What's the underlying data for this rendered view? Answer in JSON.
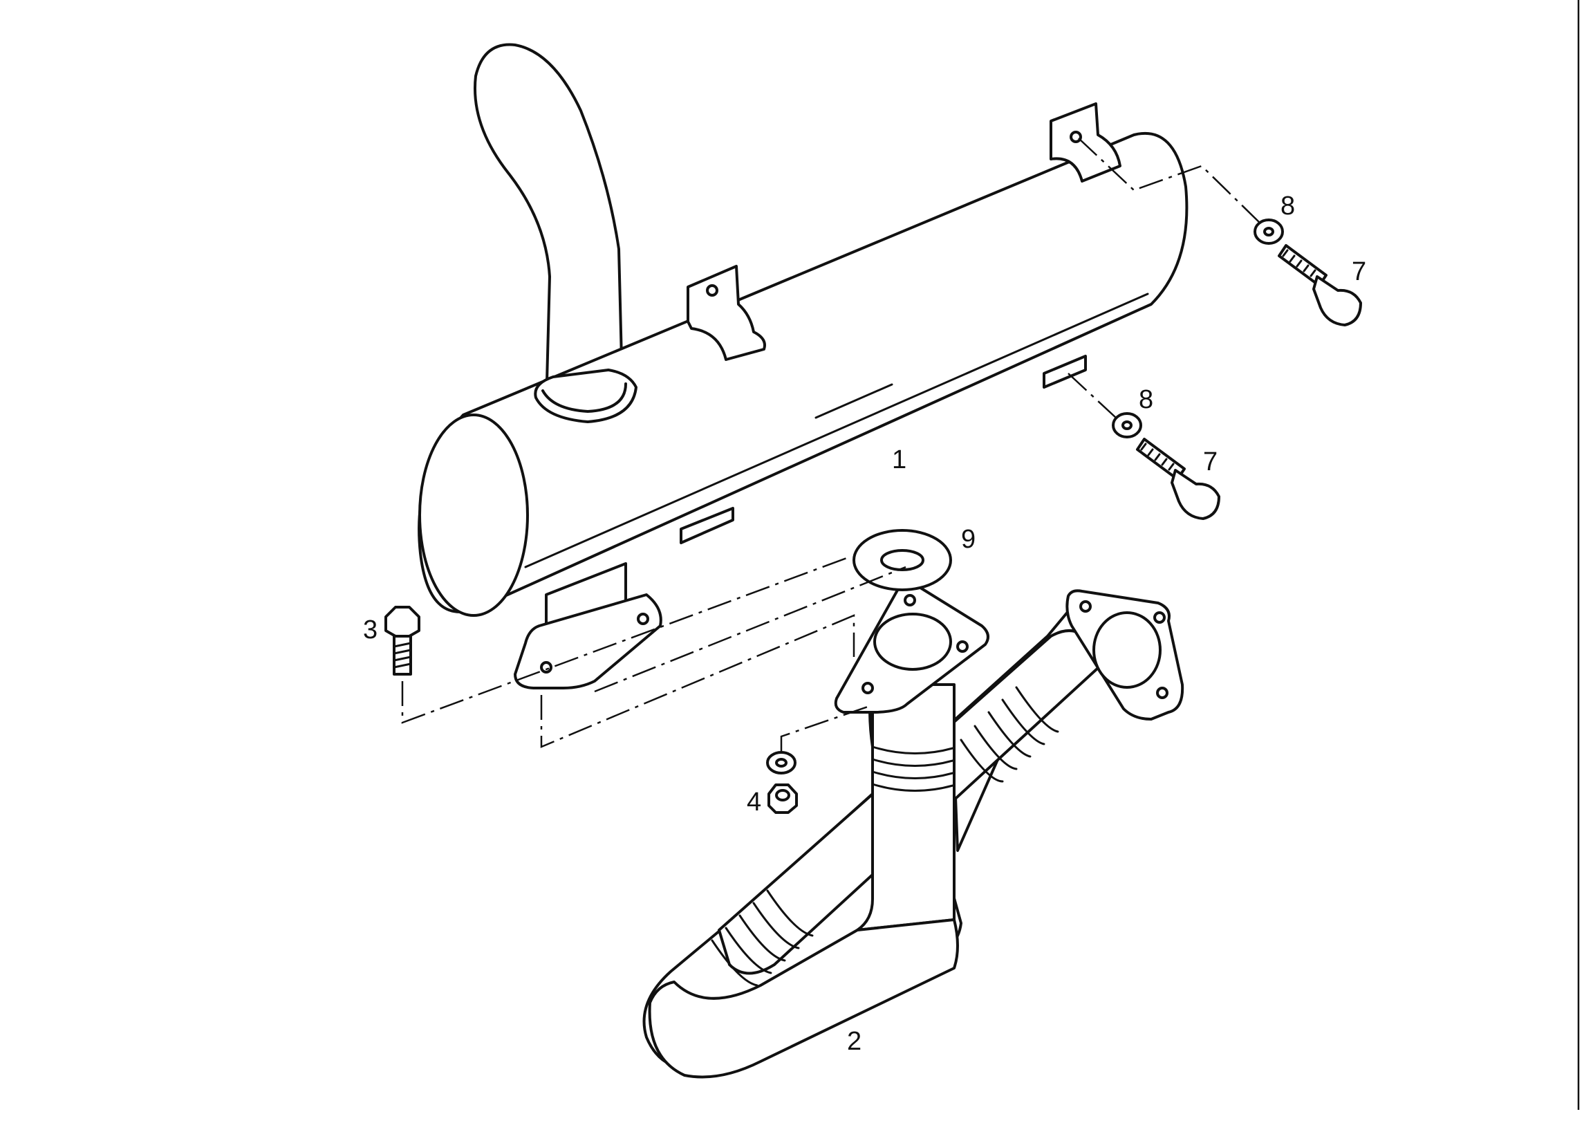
{
  "callouts": {
    "muffler": "1",
    "exhaust_pipe": "2",
    "bolt_flange": "3",
    "nut": "4",
    "bolt_upper": "7",
    "bolt_lower": "7",
    "washer_upper": "8",
    "washer_lower": "8",
    "gasket": "9"
  },
  "colors": {
    "ink": "#111111",
    "paper": "#ffffff"
  }
}
